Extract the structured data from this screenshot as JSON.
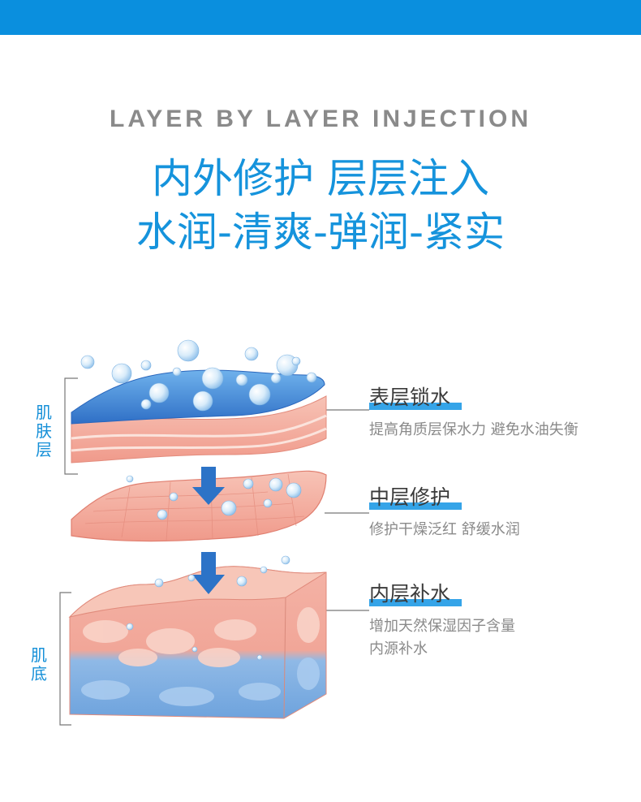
{
  "header": {
    "eyebrow": "LAYER BY LAYER INJECTION",
    "headline_line1": "内外修护 层层注入",
    "headline_line2": "水润-清爽-弹润-紧实"
  },
  "side_labels": {
    "skin_surface": [
      "肌",
      "肤",
      "层"
    ],
    "skin_base": [
      "肌",
      "底"
    ]
  },
  "layers": [
    {
      "title": "表层锁水",
      "desc_lines": [
        "提高角质层保水力 避免水油失衡"
      ]
    },
    {
      "title": "中层修护",
      "desc_lines": [
        "修护干燥泛红 舒缓水润"
      ]
    },
    {
      "title": "内层补水",
      "desc_lines": [
        "增加天然保湿因子含量",
        "内源补水"
      ]
    }
  ],
  "colors": {
    "brand_blue": "#0a8fde",
    "headline_blue": "#1593dc",
    "skin_pink": "#f2a99d",
    "water_blue": "#4b92d8"
  }
}
